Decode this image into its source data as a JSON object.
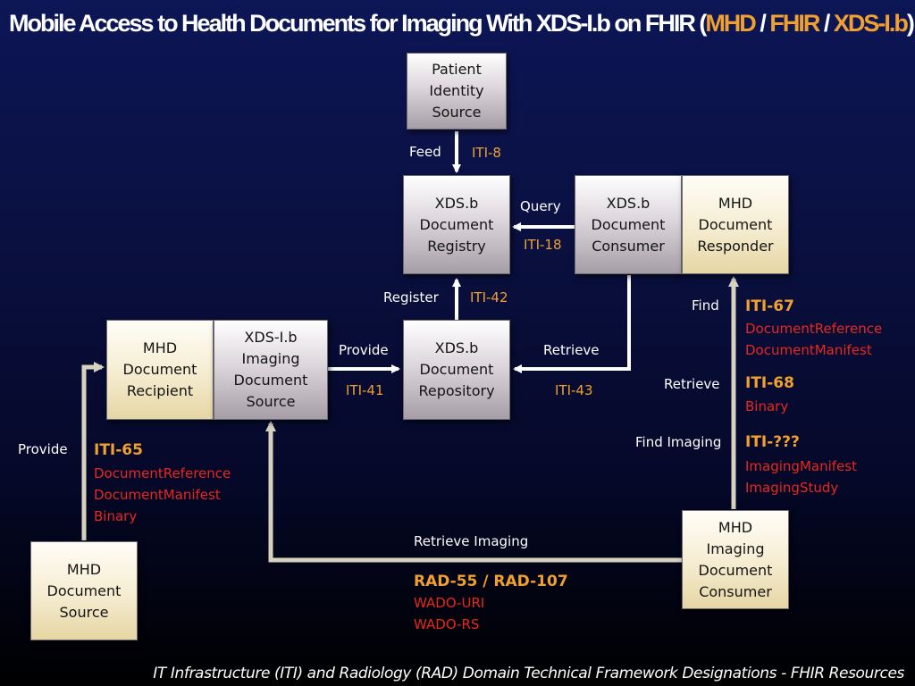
{
  "title": {
    "prefix": "Mobile Access to Health Documents for Imaging With XDS-I.b on FHIR (",
    "mhd": "MHD",
    "sep1": " / ",
    "fhir": "FHIR",
    "sep2": " / ",
    "xdsib": "XDS-I.b",
    "suffix": ")"
  },
  "boxes": {
    "patient_identity_source": "Patient\nIdentity\nSource",
    "xds_registry": "XDS.b\nDocument\nRegistry",
    "xds_consumer": "XDS.b\nDocument\nConsumer",
    "mhd_responder": "MHD\nDocument\nResponder",
    "mhd_recipient": "MHD\nDocument\nRecipient",
    "xdsi_imaging_source": "XDS-I.b\nImaging\nDocument\nSource",
    "xds_repository": "XDS.b\nDocument\nRepository",
    "mhd_source": "MHD\nDocument\nSource",
    "mhd_imaging_consumer": "MHD\nImaging\nDocument\nConsumer"
  },
  "labels": {
    "feed": "Feed",
    "iti_8": "ITI-8",
    "query": "Query",
    "iti_18": "ITI-18",
    "register": "Register",
    "iti_42": "ITI-42",
    "provide_repo": "Provide",
    "iti_41": "ITI-41",
    "retrieve_repo": "Retrieve",
    "iti_43": "ITI-43",
    "find": "Find",
    "iti_67": "ITI-67",
    "iti_67_res1": "DocumentReference",
    "iti_67_res2": "DocumentManifest",
    "retrieve_resp": "Retrieve",
    "iti_68": "ITI-68",
    "iti_68_res1": "Binary",
    "find_imaging": "Find Imaging",
    "iti_unknown": "ITI-???",
    "iti_unknown_res1": "ImagingManifest",
    "iti_unknown_res2": "ImagingStudy",
    "provide_mhd": "Provide",
    "iti_65": "ITI-65",
    "iti_65_res1": "DocumentReference",
    "iti_65_res2": "DocumentManifest",
    "iti_65_res3": "Binary",
    "retrieve_imaging": "Retrieve Imaging",
    "rad": "RAD-55 / RAD-107",
    "rad_res1": "WADO-URI",
    "rad_res2": "WADO-RS"
  },
  "footer": "IT Infrastructure (ITI) and Radiology (RAD) Domain Technical Framework Designations - FHIR Resources",
  "colors": {
    "background_top": "#0d1656",
    "background_bottom": "#000000",
    "highlight_orange": "#f0a030",
    "resource_red": "#e8281e",
    "connector": "#d6d2bf"
  }
}
